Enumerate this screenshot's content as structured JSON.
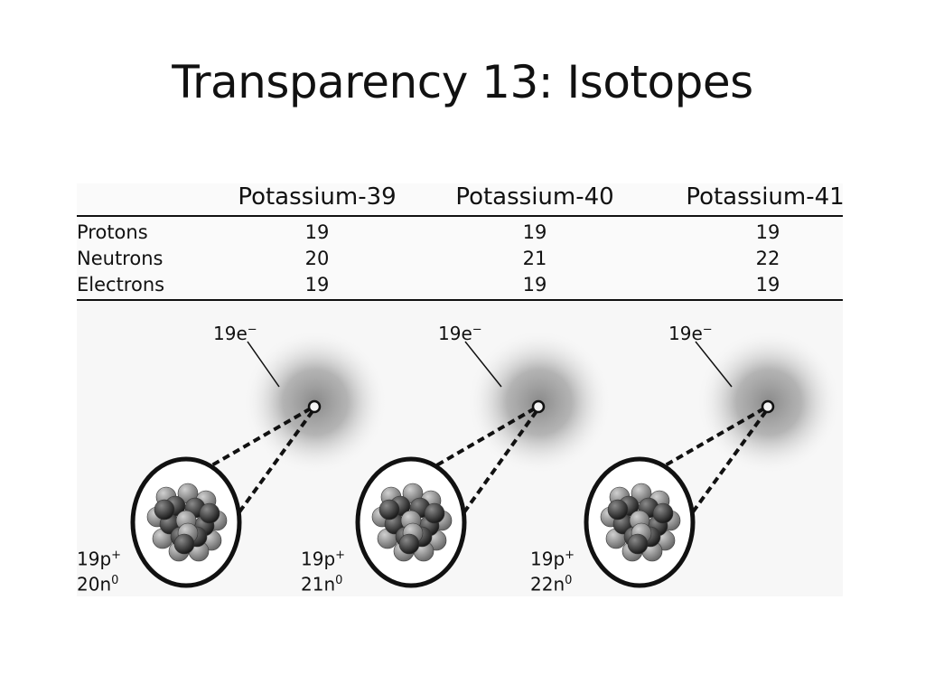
{
  "title": "Transparency 13:  Isotopes",
  "table": {
    "columns": [
      "Potassium-39",
      "Potassium-40",
      "Potassium-41"
    ],
    "rows": [
      {
        "label": "Protons",
        "values": [
          "19",
          "19",
          "19"
        ]
      },
      {
        "label": "Neutrons",
        "values": [
          "20",
          "21",
          "22"
        ]
      },
      {
        "label": "Electrons",
        "values": [
          "19",
          "19",
          "19"
        ]
      }
    ]
  },
  "atoms": [
    {
      "electrons": "19e",
      "electron_sup": "−",
      "protons": "19p",
      "proton_sup": "+",
      "neutrons": "20n",
      "neutron_sup": "0"
    },
    {
      "electrons": "19e",
      "electron_sup": "−",
      "protons": "19p",
      "proton_sup": "+",
      "neutrons": "21n",
      "neutron_sup": "0"
    },
    {
      "electrons": "19e",
      "electron_sup": "−",
      "protons": "19p",
      "proton_sup": "+",
      "neutrons": "22n",
      "neutron_sup": "0"
    }
  ],
  "colors": {
    "cloud": "#8a8a8a",
    "nucleon_dark": "#2b2b2b",
    "nucleon_light": "#8c8c8c"
  }
}
